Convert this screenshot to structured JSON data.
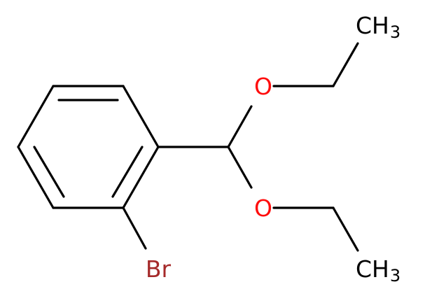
{
  "molecule": {
    "atoms": {
      "br": {
        "text": "Br",
        "color": "#a52a2a"
      },
      "o_top": {
        "text": "O",
        "color": "#ff0d0d"
      },
      "o_bottom": {
        "text": "O",
        "color": "#ff0d0d"
      },
      "ch3_top": {
        "text": "CH",
        "subscript": "3",
        "color": "#000000"
      },
      "ch3_bottom": {
        "text": "CH",
        "subscript": "3",
        "color": "#000000"
      }
    },
    "bond_color": "#000000"
  }
}
